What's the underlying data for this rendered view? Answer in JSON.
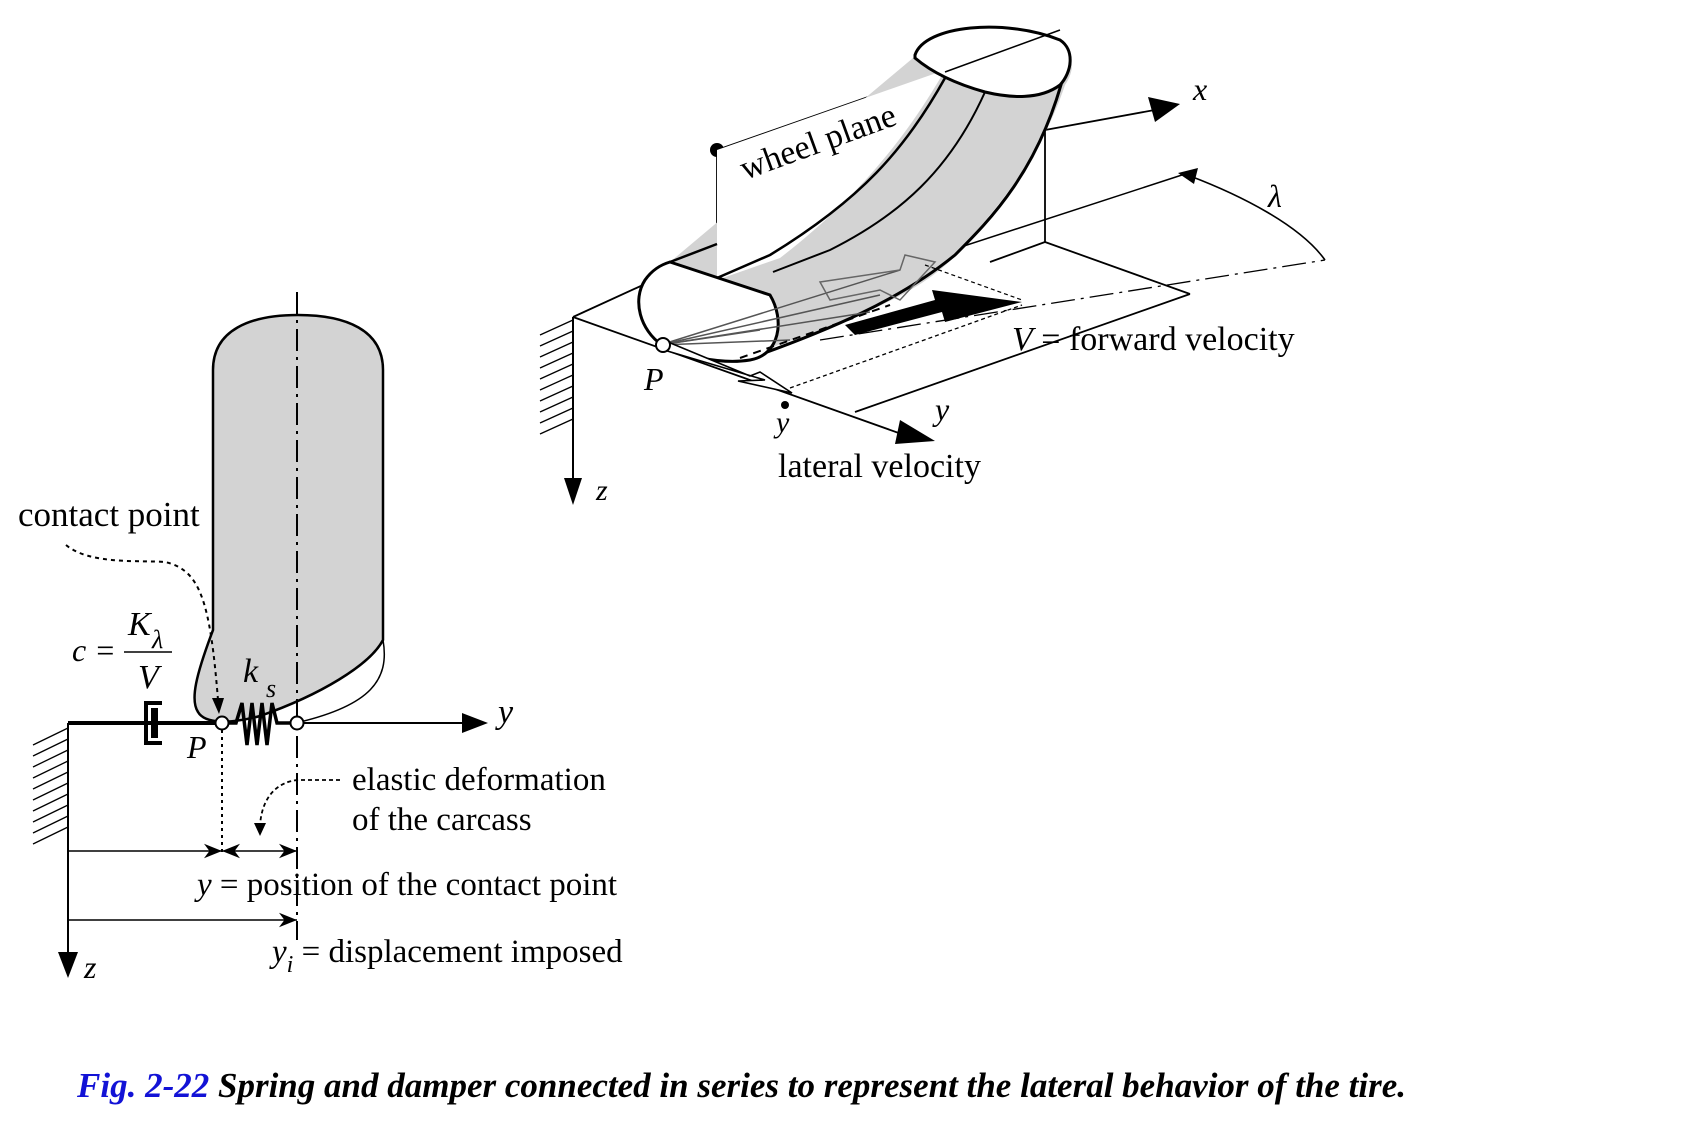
{
  "caption": {
    "figure_label": "Fig. 2-22",
    "text": " Spring and damper connected in series to represent the lateral behavior of the tire.",
    "label_color": "#1212d6"
  },
  "left_diagram": {
    "contact_point_label": "contact point",
    "damper_formula": {
      "lhs": "c =",
      "numerator": "K",
      "numerator_sub": "λ",
      "denominator": "V"
    },
    "spring_label": "k",
    "spring_sub": "s",
    "point_label": "P",
    "y_axis_label": "y",
    "z_axis_label": "z",
    "elastic_label_line1": "elastic deformation",
    "elastic_label_line2": "of the carcass",
    "y_def_var": "y",
    "y_def_text": " = position of the contact point",
    "yi_def_var": "y",
    "yi_def_sub": "i",
    "yi_def_text": " = displacement imposed"
  },
  "right_diagram": {
    "wheel_plane_label": "wheel plane",
    "x_axis_label": "x",
    "lambda_label": "λ",
    "forward_velocity_var": "V",
    "forward_velocity_text": " = forward velocity",
    "point_label": "P",
    "y_dot_label": "y",
    "y_axis_label": "y",
    "lateral_velocity_label": "lateral velocity",
    "z_axis_label": "z"
  },
  "colors": {
    "tire_fill": "#d3d3d3",
    "line": "#000000",
    "thin_line": "#555555"
  }
}
